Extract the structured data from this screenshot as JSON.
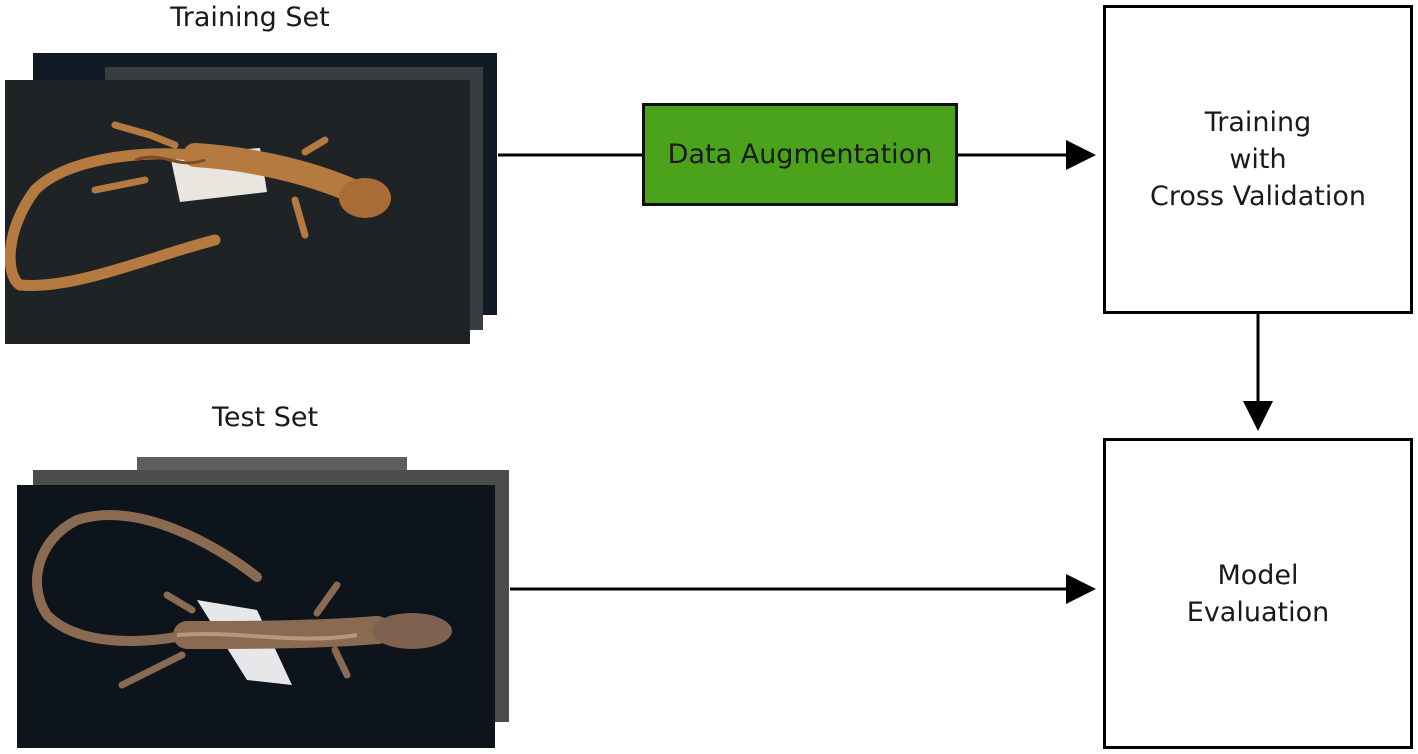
{
  "training_set": {
    "title": "Training Set"
  },
  "test_set": {
    "title": "Test Set"
  },
  "nodes": {
    "augmentation": "Data Augmentation",
    "training": "Training\nwith\nCross Validation",
    "evaluation": "Model\nEvaluation"
  },
  "colors": {
    "augmentation_fill": "#4aa31a",
    "photo_background": "#1c1f22",
    "lizard_train": "#b97a3e",
    "lizard_test": "#8a6a54"
  }
}
